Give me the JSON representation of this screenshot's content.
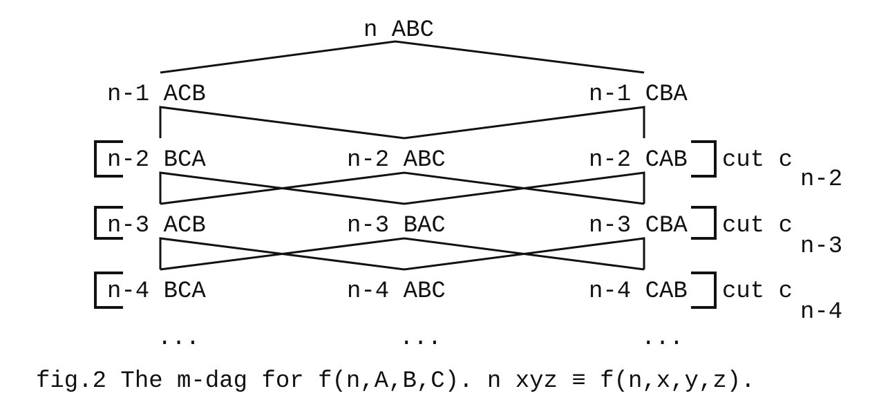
{
  "nodes": {
    "root": "n ABC",
    "l1_left": "n-1 ACB",
    "l1_right": "n-1 CBA",
    "l2_left": "n-2 BCA",
    "l2_mid": "n-2 ABC",
    "l2_right": "n-2 CAB",
    "l3_left": "n-3 ACB",
    "l3_mid": "n-3 BAC",
    "l3_right": "n-3 CBA",
    "l4_left": "n-4 BCA",
    "l4_mid": "n-4 ABC",
    "l4_right": "n-4 CAB"
  },
  "cuts": [
    {
      "label": "cut c",
      "subscript": "n-2"
    },
    {
      "label": "cut c",
      "subscript": "n-3"
    },
    {
      "label": "cut c",
      "subscript": "n-4"
    }
  ],
  "ellipsis": "...",
  "caption": "fig.2 The m-dag for f(n,A,B,C). n xyz ≡ f(n,x,y,z)."
}
